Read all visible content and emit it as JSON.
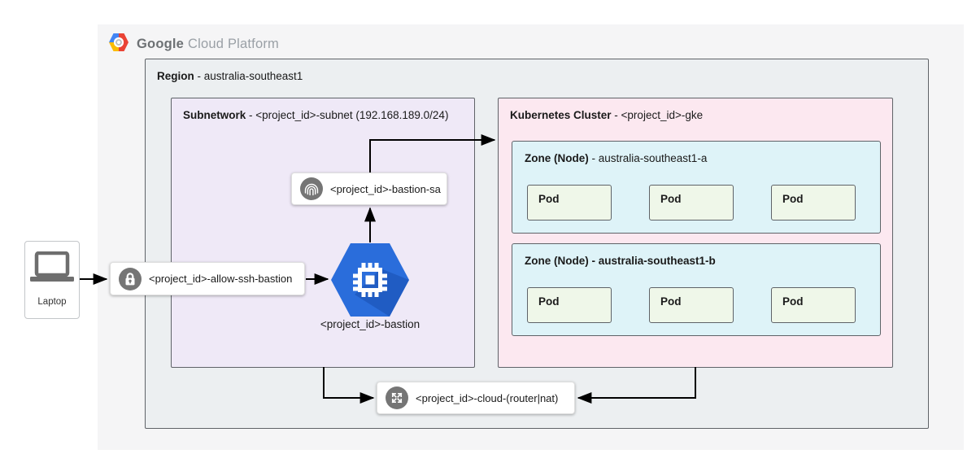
{
  "header": {
    "brand_primary": "Google",
    "brand_secondary": "Cloud Platform"
  },
  "region": {
    "title_bold": "Region",
    "title_rest": " - australia-southeast1"
  },
  "subnetwork": {
    "title_bold": "Subnetwork",
    "title_rest": " - <project_id>-subnet (192.168.189.0/24)"
  },
  "cluster": {
    "title_bold": "Kubernetes Cluster",
    "title_rest": " - <project_id>-gke",
    "zones": [
      {
        "title_bold": "Zone (Node)",
        "title_rest": " - australia-southeast1-a",
        "pods": [
          "Pod",
          "Pod",
          "Pod"
        ]
      },
      {
        "title_bold": "Zone (Node)",
        "title_rest": " - australia-southeast1-b",
        "pods": [
          "Pod",
          "Pod",
          "Pod"
        ]
      }
    ]
  },
  "nodes": {
    "laptop": {
      "label": "Laptop",
      "icon": "laptop-icon"
    },
    "firewall": {
      "label": "<project_id>-allow-ssh-bastion",
      "icon": "lock-icon"
    },
    "service_account": {
      "label": "<project_id>-bastion-sa",
      "icon": "fingerprint-icon"
    },
    "bastion": {
      "label": "<project_id>-bastion",
      "icon": "compute-engine-icon"
    },
    "router": {
      "label": "<project_id>-cloud-(router|nat)",
      "icon": "expand-arrows-icon"
    }
  },
  "colors": {
    "panel_bg": "#f5f5f6",
    "region_fill": "#eceff1",
    "subnetwork_fill": "#efe9f7",
    "cluster_fill": "#fce8f0",
    "zone_fill": "#def3f8",
    "pod_fill": "#eff7e9",
    "border_gray": "#5f6368",
    "icon_circle_gray": "#757575",
    "compute_blue": "#2a6ddb",
    "compute_blue_dark": "#1e58bd",
    "logo_red": "#ea4335",
    "logo_yellow": "#fbbc05",
    "logo_blue": "#4285f4",
    "arrow_black": "#000000"
  }
}
